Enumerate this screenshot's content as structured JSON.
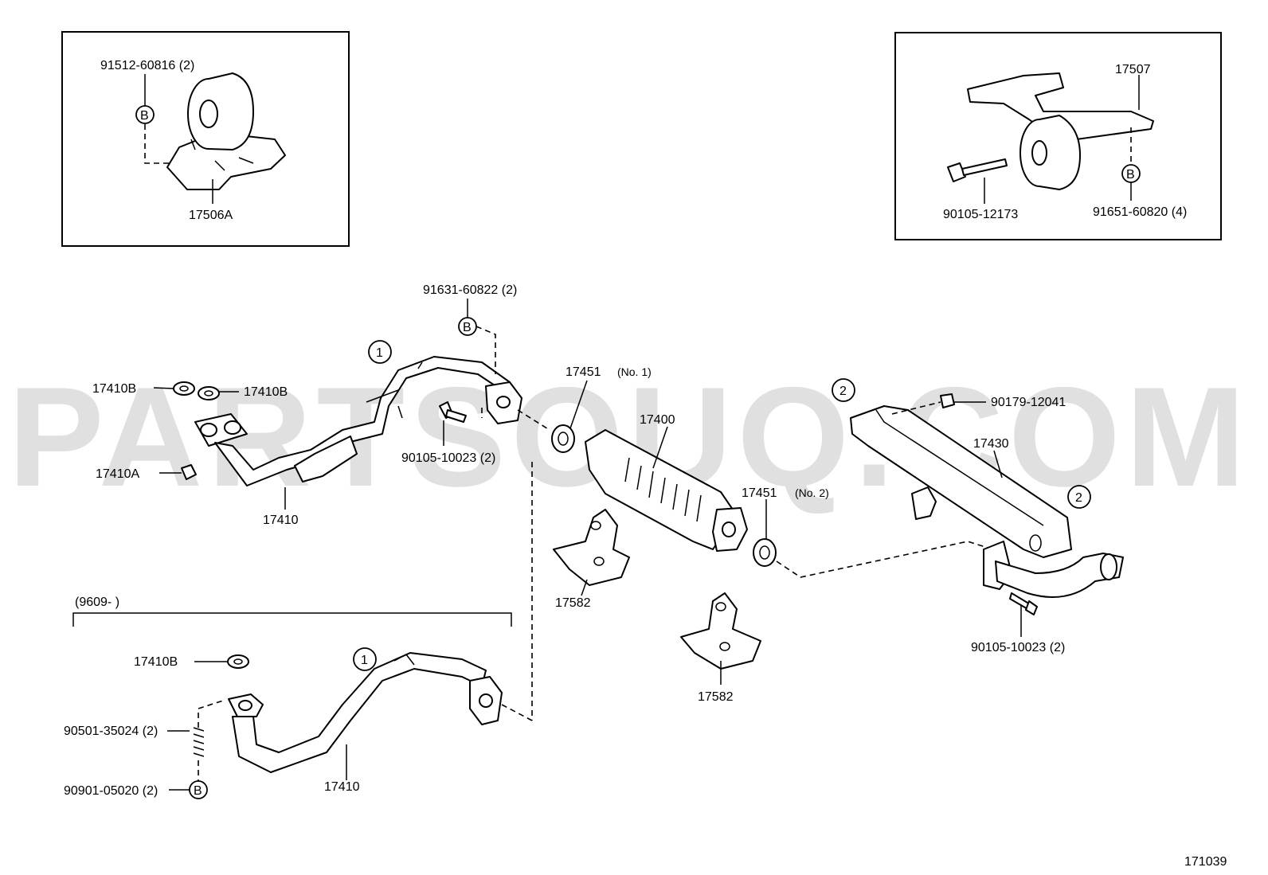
{
  "watermark": "PARTSOUQ.COM",
  "diagram_id": "171039",
  "date_range": "(9609-       )",
  "symbols": {
    "circle_1": "1",
    "circle_2": "2",
    "circle_b": "B"
  },
  "labels": {
    "bolt_mount_left": "91512-60816 (2)",
    "mount_left": "17506A",
    "bracket_right": "17507",
    "bolt_bracket": "90105-12173",
    "bolt_right_b": "91651-60820 (4)",
    "bolt_top_b": "91631-60822 (2)",
    "gasket_left_1": "17410B",
    "gasket_left_2": "17410B",
    "gasket_17410a": "17410A",
    "pipe_front": "17410",
    "bolt_pipe": "90105-10023 (2)",
    "gasket_no1": "17451",
    "gasket_no1_note": "(No. 1)",
    "converter": "17400",
    "gasket_no2": "17451",
    "gasket_no2_note": "(No. 2)",
    "nut_tail": "90179-12041",
    "muffler": "17430",
    "bolt_tail": "90105-10023 (2)",
    "heat_shield_1": "17582",
    "heat_shield_2": "17582",
    "gasket_lower": "17410B",
    "spring": "90501-35024 (2)",
    "bolt_lower_b": "90901-05020 (2)",
    "pipe_lower": "17410"
  }
}
